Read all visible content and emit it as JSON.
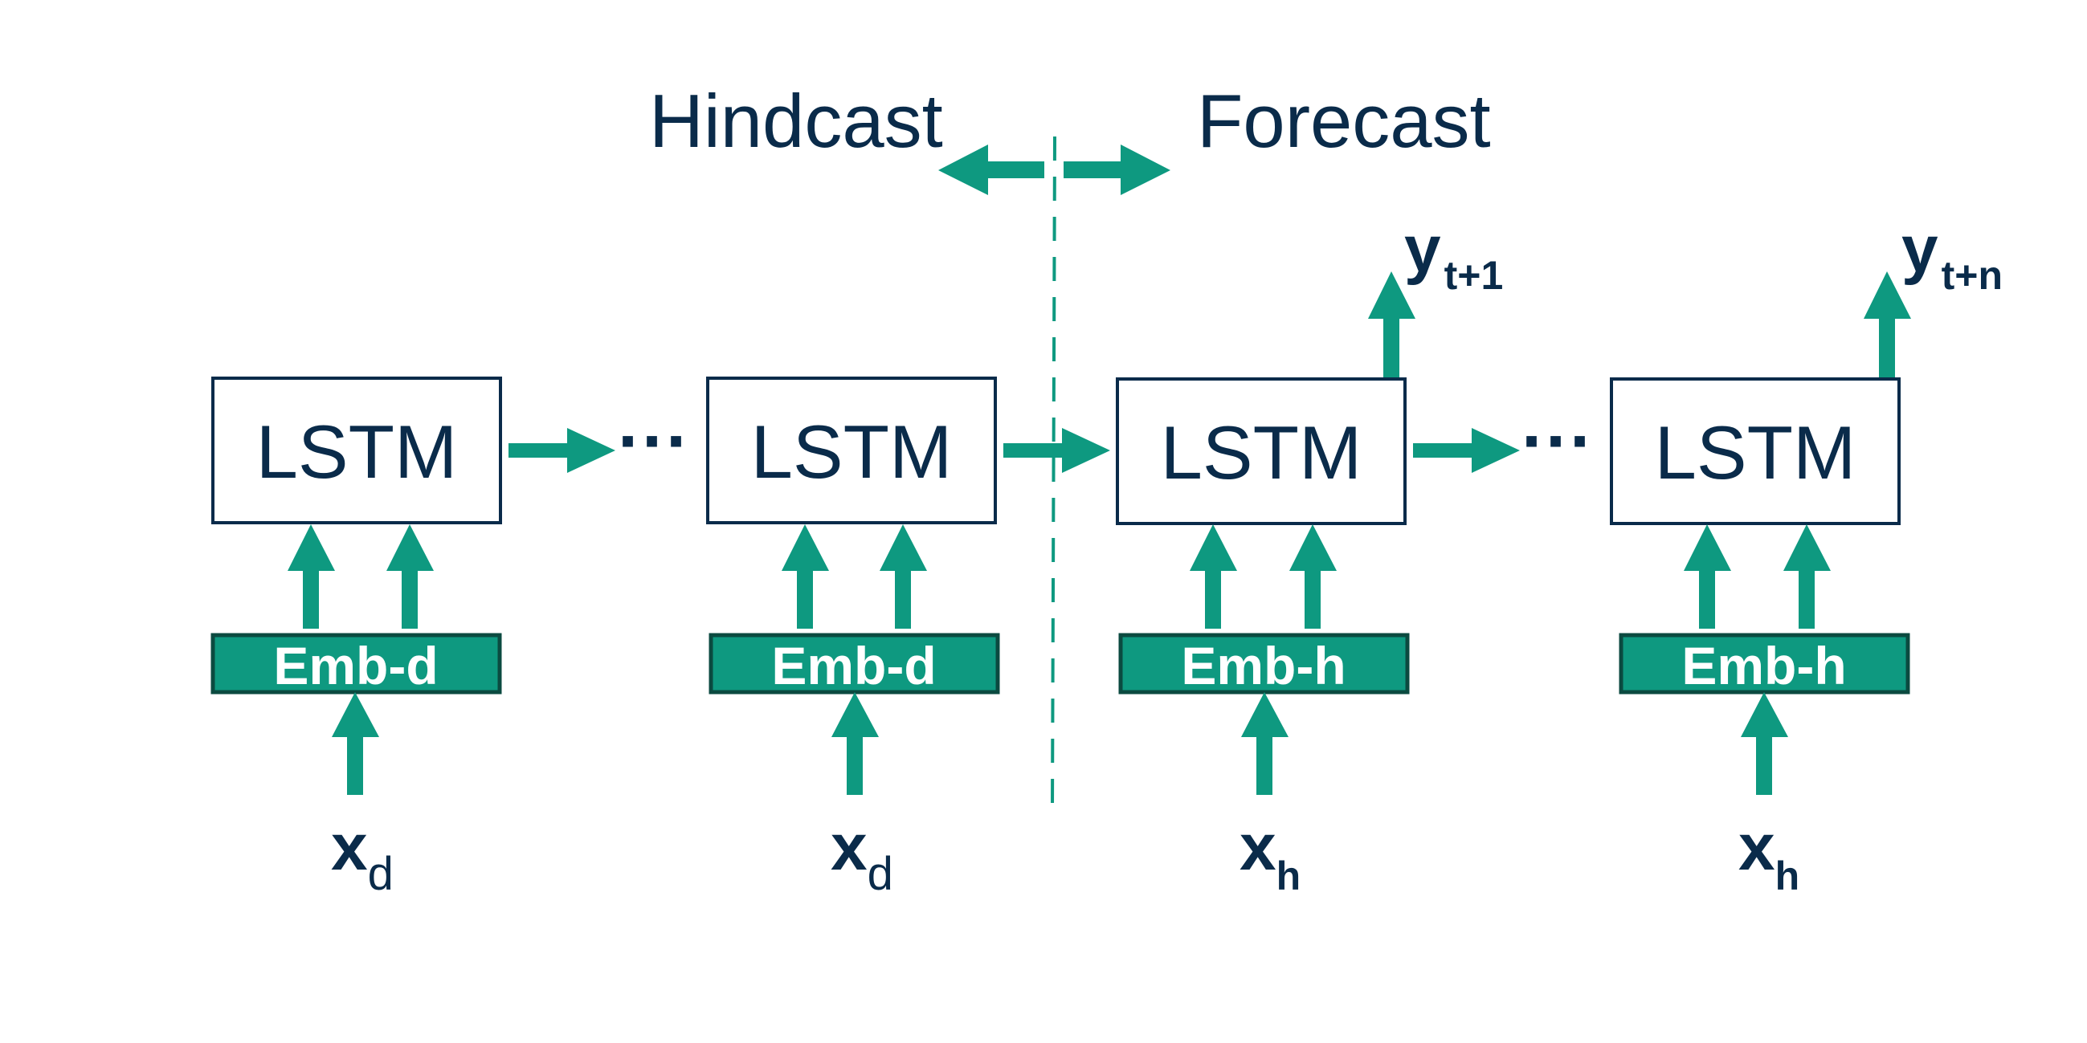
{
  "header": {
    "hindcast_label": "Hindcast",
    "forecast_label": "Forecast"
  },
  "cells": [
    {
      "lstm_label": "LSTM",
      "embedding_label": "Emb-d",
      "input_label": "x",
      "input_subscript": "d",
      "output_label": "",
      "output_subscript": ""
    },
    {
      "lstm_label": "LSTM",
      "embedding_label": "Emb-d",
      "input_label": "x",
      "input_subscript": "d",
      "output_label": "",
      "output_subscript": ""
    },
    {
      "lstm_label": "LSTM",
      "embedding_label": "Emb-h",
      "input_label": "x",
      "input_subscript": "h",
      "output_label": "y",
      "output_subscript": "t+1"
    },
    {
      "lstm_label": "LSTM",
      "embedding_label": "Emb-h",
      "input_label": "x",
      "input_subscript": "h",
      "output_label": "y",
      "output_subscript": "t+n"
    }
  ],
  "ellipsis": "···",
  "colors": {
    "accent_teal": "#0e9980",
    "text_navy": "#0a2b4a",
    "box_border": "#0a2b4a",
    "embedding_fill": "#0e9980",
    "embedding_border": "#0b4a40"
  }
}
